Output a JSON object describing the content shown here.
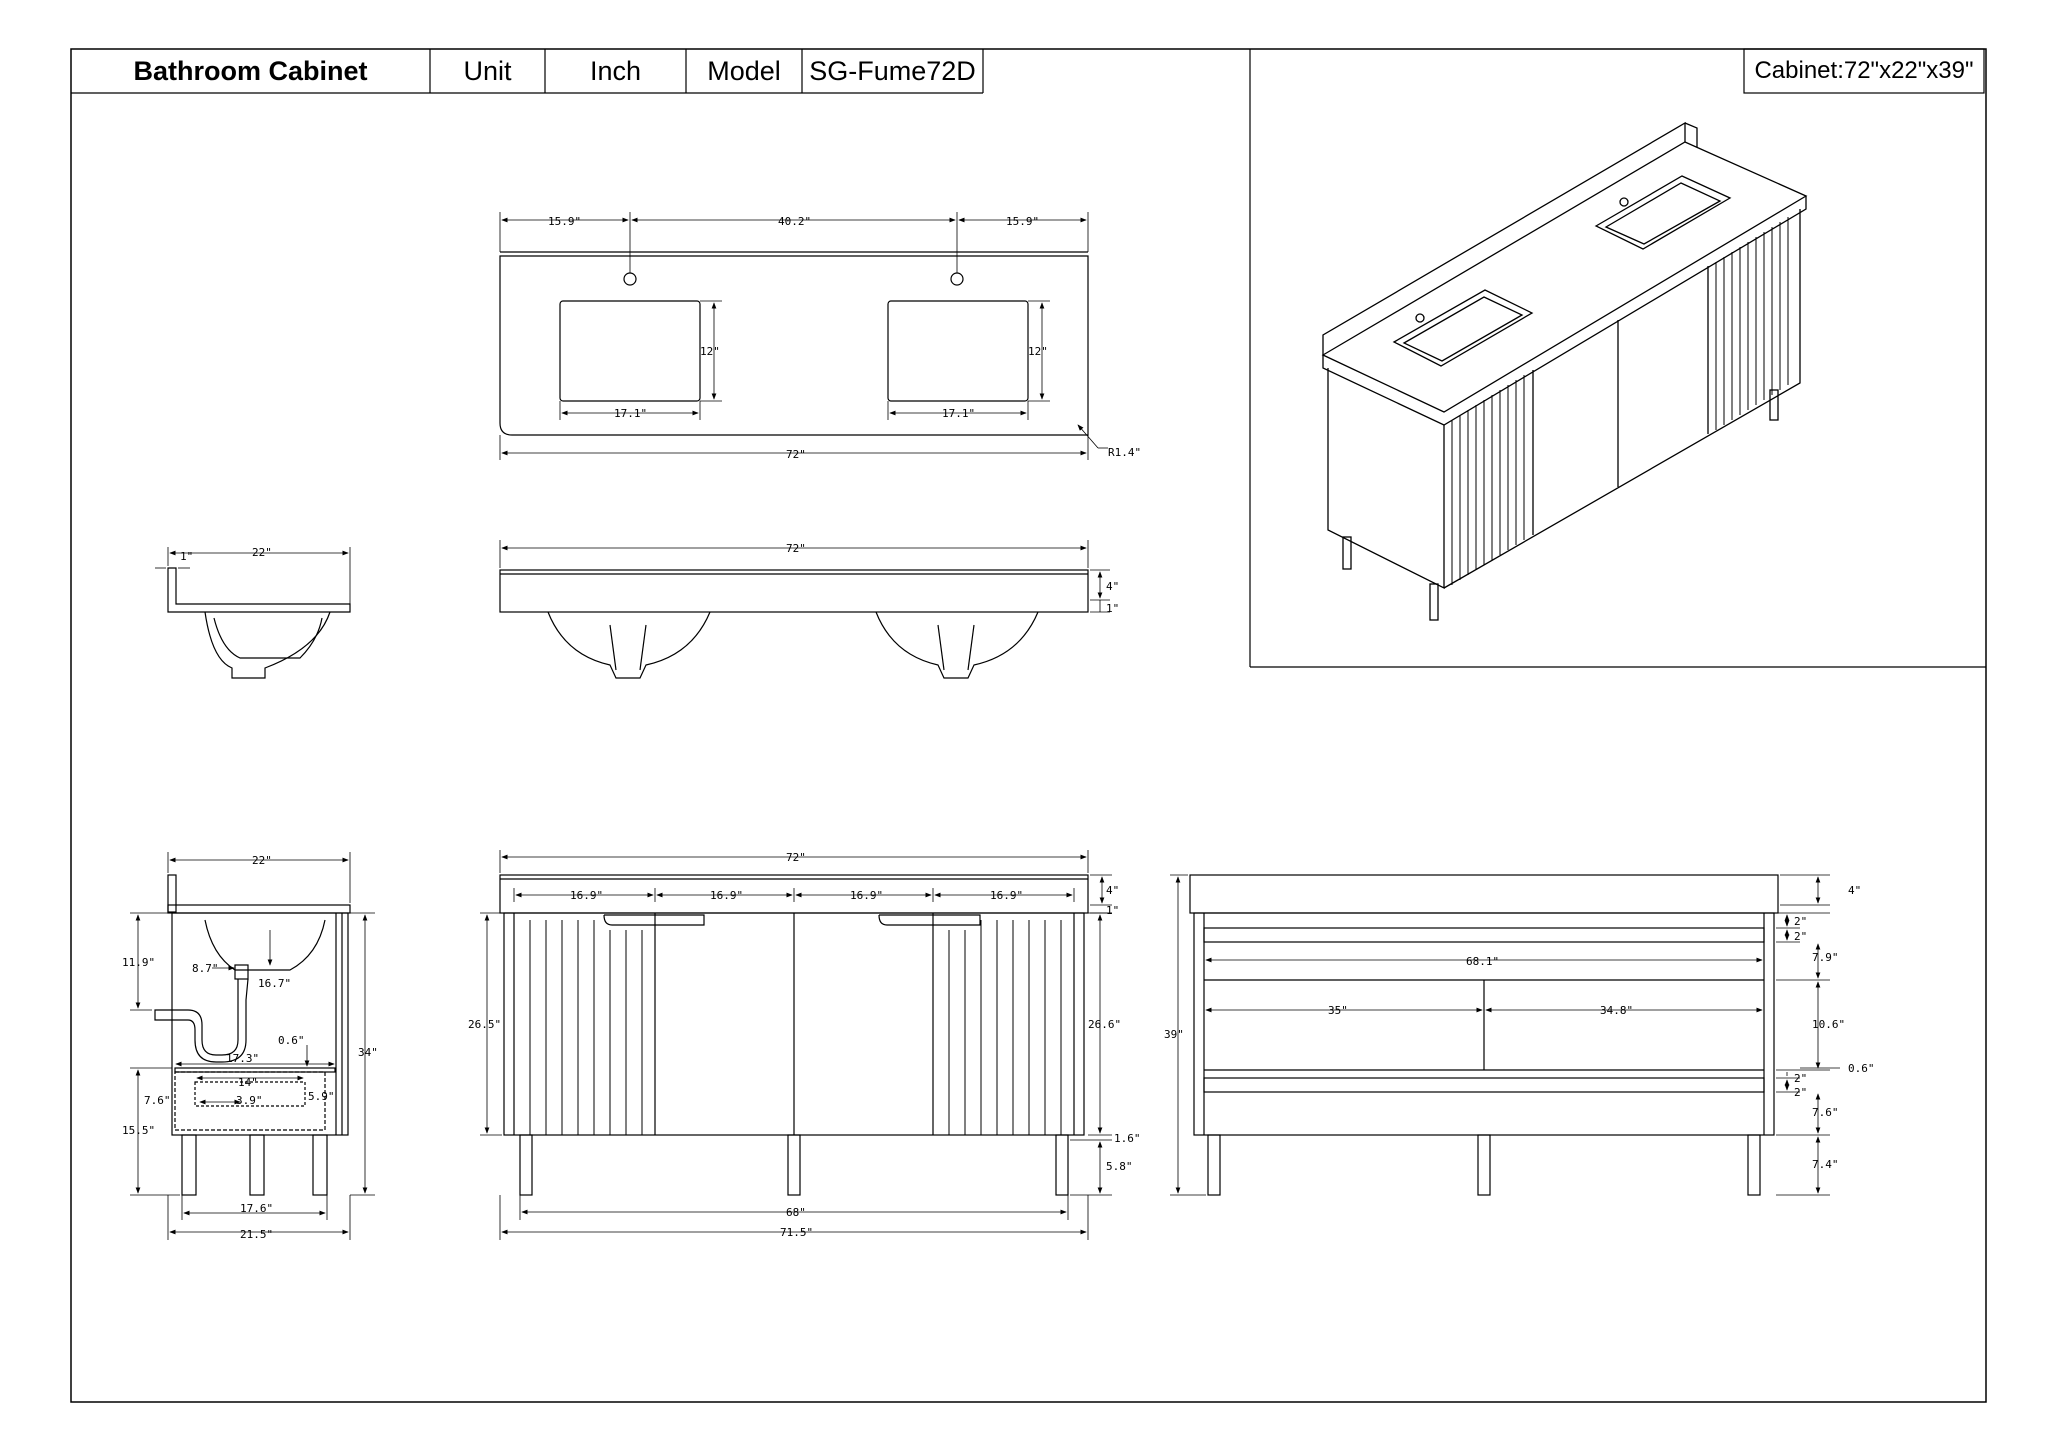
{
  "title_block": {
    "product": "Bathroom Cabinet",
    "unit_label": "Unit",
    "unit_value": "Inch",
    "model_label": "Model",
    "model_value": "SG-Fume72D"
  },
  "spec": "Cabinet:72\"x22\"x39\"",
  "top_view": {
    "dims": [
      "15.9\"",
      "40.2\"",
      "15.9\"",
      "12\"",
      "12\"",
      "17.1\"",
      "17.1\"",
      "72\"",
      "R1.4\""
    ]
  },
  "top_side_view": {
    "dims": [
      "22\"",
      "1\""
    ]
  },
  "top_front_view": {
    "dims": [
      "72\"",
      "4\"",
      "1\""
    ]
  },
  "side_view": {
    "dims": [
      "22\"",
      "11.9\"",
      "8.7\"",
      "16.7\"",
      "0.6\"",
      "17.3\"",
      "14\"",
      "3.9\"",
      "5.9\"",
      "7.6\"",
      "15.5\"",
      "34\"",
      "17.6\"",
      "21.5\""
    ]
  },
  "front_view": {
    "dims": [
      "72\"",
      "16.9\"",
      "16.9\"",
      "16.9\"",
      "16.9\"",
      "4\"",
      "1\"",
      "26.5\"",
      "26.6\"",
      "1.6\"",
      "5.8\"",
      "68\"",
      "71.5\""
    ]
  },
  "back_view": {
    "dims": [
      "4\"",
      "2\"",
      "2\"",
      "68.1\"",
      "7.9\"",
      "35\"",
      "34.8\"",
      "10.6\"",
      "39\"",
      "2\"",
      "2\"",
      "0.6\"",
      "7.6\"",
      "7.4\""
    ]
  }
}
